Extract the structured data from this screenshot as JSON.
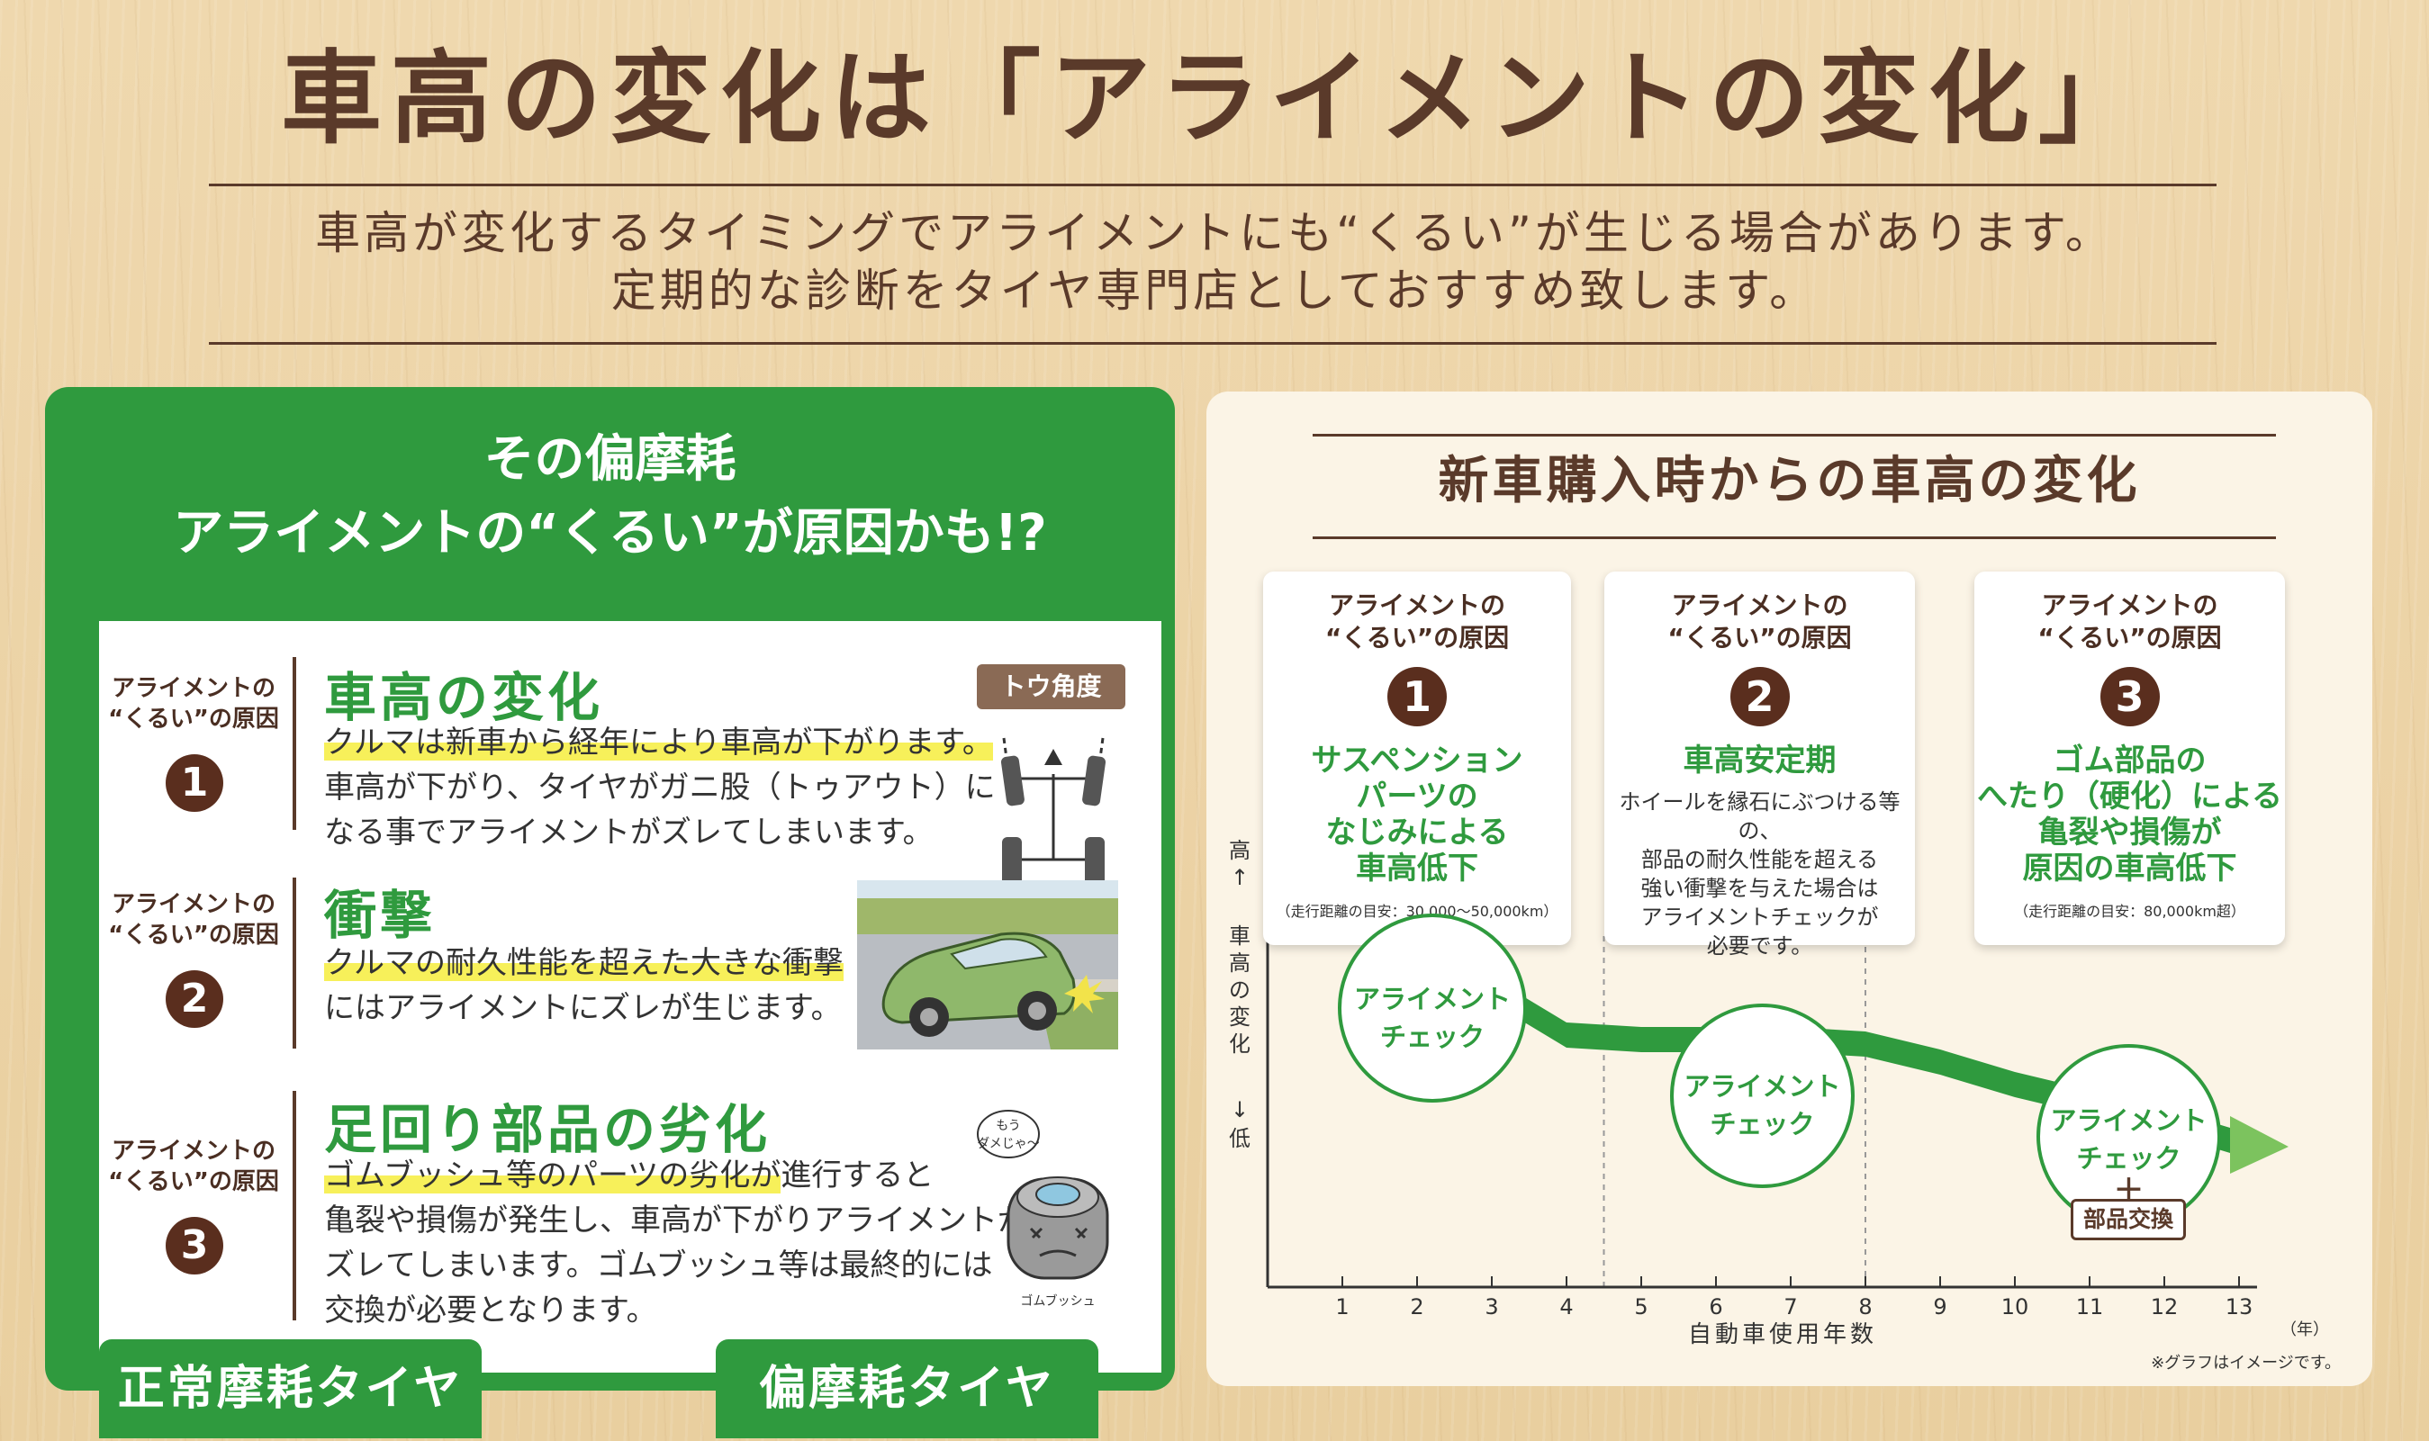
{
  "header": {
    "title": "車高の変化は「アライメントの変化」",
    "subtitle_line1": "車高が変化するタイミングでアライメントにも“くるい”が生じる場合があります。",
    "subtitle_line2": "定期的な診断をタイヤ専門店としておすすめ致します。"
  },
  "left": {
    "head_line1": "その偏摩耗",
    "head_line2": "アライメントの“くるい”が原因かも!?",
    "items": [
      {
        "label1": "アライメントの",
        "label2": "“くるい”の原因",
        "num": "1",
        "heading": "車高の変化",
        "hl": "クルマは新車から経年により車高が下がります。",
        "l2": "車高が下がり、タイヤがガニ股（トゥアウト）に",
        "l3": "なる事でアライメントがズレてしまいます。"
      },
      {
        "label1": "アライメントの",
        "label2": "“くるい”の原因",
        "num": "2",
        "heading": "衝撃",
        "hl": "クルマの耐久性能を超えた大きな衝撃",
        "l2": "にはアライメントにズレが生じます。"
      },
      {
        "label1": "アライメントの",
        "label2": "“くるい”の原因",
        "num": "3",
        "heading": "足回り部品の劣化",
        "hl": "ゴムブッシュ等のパーツの劣化が",
        "hl_tail": "進行すると",
        "l2": "亀裂や損傷が発生し、車高が下がりアライメントが",
        "l3": "ズレてしまいます。ゴムブッシュ等は最終的には",
        "l4": "交換が必要となります。"
      }
    ],
    "toe_label": "トウ角度",
    "bubble_line1": "もう",
    "bubble_line2": "ダメじゃ〜",
    "bushing_label": "ゴムブッシュ",
    "tab_normal": "正常摩耗タイヤ",
    "tab_uneven": "偏摩耗タイヤ"
  },
  "right": {
    "title": "新車購入時からの車高の変化",
    "cards": [
      {
        "cause1": "アライメントの",
        "cause2": "“くるい”の原因",
        "num": "1",
        "head1": "サスペンション",
        "head2": "パーツの",
        "head3": "なじみによる",
        "head4": "車高低下",
        "note": "（走行距離の目安：30,000〜50,000km）"
      },
      {
        "cause1": "アライメントの",
        "cause2": "“くるい”の原因",
        "num": "2",
        "head1": "車高安定期",
        "desc1": "ホイールを縁石にぶつける等の、",
        "desc2": "部品の耐久性能を超える",
        "desc3": "強い衝撃を与えた場合は",
        "desc4": "アライメントチェックが",
        "desc5": "必要です。"
      },
      {
        "cause1": "アライメントの",
        "cause2": "“くるい”の原因",
        "num": "3",
        "head1": "ゴム部品の",
        "head2": "へたり（硬化）による",
        "head3": "亀裂や損傷が",
        "head4": "原因の車高低下",
        "note": "（走行距離の目安：80,000km超）"
      }
    ],
    "check_line1": "アライメント",
    "check_line2": "チェック",
    "plus": "＋",
    "parts": "部品交換",
    "y_top": "高",
    "y_up": "↑",
    "y_label": [
      "車",
      "高",
      "の",
      "変",
      "化"
    ],
    "y_down": "↓",
    "y_bottom": "低",
    "x_label": "自動車使用年数",
    "x_unit": "（年）",
    "footnote": "※グラフはイメージです。",
    "chart_data": {
      "type": "area",
      "title": "新車購入時からの車高の変化",
      "xlabel": "自動車使用年数",
      "ylabel": "車高の変化",
      "categories": [
        "1",
        "2",
        "3",
        "4",
        "5",
        "6",
        "7",
        "8",
        "9",
        "10",
        "11",
        "12",
        "13"
      ],
      "x": [
        0,
        1,
        2,
        3,
        4,
        5,
        6,
        7,
        8,
        9,
        10,
        11,
        12,
        13
      ],
      "values": [
        9.2,
        8.5,
        7.6,
        6.6,
        5.6,
        5.5,
        5.5,
        5.5,
        5.4,
        5.0,
        4.5,
        4.1,
        3.7,
        3.2
      ],
      "xlim": [
        0,
        13
      ],
      "ylim": [
        0,
        10
      ],
      "grid": false
    }
  }
}
